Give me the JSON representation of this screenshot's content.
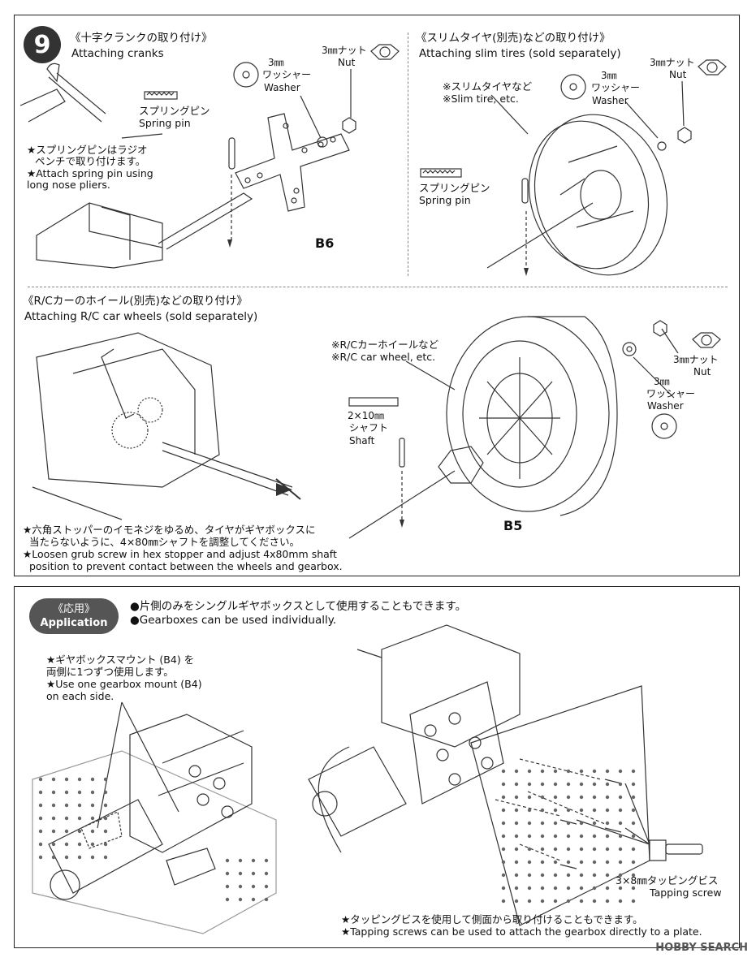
{
  "step": {
    "number": "9",
    "cranks_title_jp": "《十字クランクの取り付け》",
    "cranks_title_en": "Attaching cranks",
    "slim_title_jp": "《スリムタイヤ(別売)などの取り付け》",
    "slim_title_en": "Attaching slim tires (sold separately)",
    "wheels_title_jp": "《R/Cカーのホイール(別売)などの取り付け》",
    "wheels_title_en": "Attaching R/C car wheels (sold separately)"
  },
  "cranks": {
    "washer_size": "3㎜",
    "washer_jp": "ワッシャー",
    "washer_en": "Washer",
    "nut_jp": "3㎜ナット",
    "nut_en": "Nut",
    "spring_pin_jp": "スプリングピン",
    "spring_pin_en": "Spring pin",
    "note_jp_1": "★スプリングピンはラジオ",
    "note_jp_2": "ペンチで取り付けます。",
    "note_en_1": "★Attach spring pin using",
    "note_en_2": "long nose pliers.",
    "part": "B6"
  },
  "slim": {
    "tire_jp": "※スリムタイヤなど",
    "tire_en": "※Slim tire, etc.",
    "washer_size": "3㎜",
    "washer_jp": "ワッシャー",
    "washer_en": "Washer",
    "nut_jp": "3㎜ナット",
    "nut_en": "Nut",
    "spring_pin_jp": "スプリングピン",
    "spring_pin_en": "Spring pin"
  },
  "wheels": {
    "wheel_jp": "※R/Cカーホイールなど",
    "wheel_en": "※R/C car wheel, etc.",
    "nut_jp": "3㎜ナット",
    "nut_en": "Nut",
    "washer_size": "3㎜",
    "washer_jp": "ワッシャー",
    "washer_en": "Washer",
    "shaft_size": "2×10㎜",
    "shaft_jp": "シャフト",
    "shaft_en": "Shaft",
    "part": "B5",
    "note_jp_1": "★六角ストッパーのイモネジをゆるめ、タイヤがギヤボックスに",
    "note_jp_2": "当たらないように、4×80㎜シャフトを調整してください。",
    "note_en_1": "★Loosen grub screw in hex stopper and adjust 4x80mm shaft",
    "note_en_2": "position to prevent contact between the wheels and gearbox."
  },
  "application": {
    "badge_jp": "《応用》",
    "badge_en": "Application",
    "line_jp": "●片側のみをシングルギヤボックスとして使用することもできます。",
    "line_en": "●Gearboxes can be used individually.",
    "mount_jp_1": "★ギヤボックスマウント (B4) を",
    "mount_jp_2": "両側に1つずつ使用します。",
    "mount_en_1": "★Use one gearbox mount (B4)",
    "mount_en_2": "on each side.",
    "screw_jp": "3×8㎜タッピングビス",
    "screw_en": "Tapping screw",
    "tap_jp": "★タッピングビスを使用して側面から取り付けることもできます。",
    "tap_en": "★Tapping screws can be used to attach the gearbox directly to a plate."
  },
  "watermark": "HOBBY SEARCH"
}
